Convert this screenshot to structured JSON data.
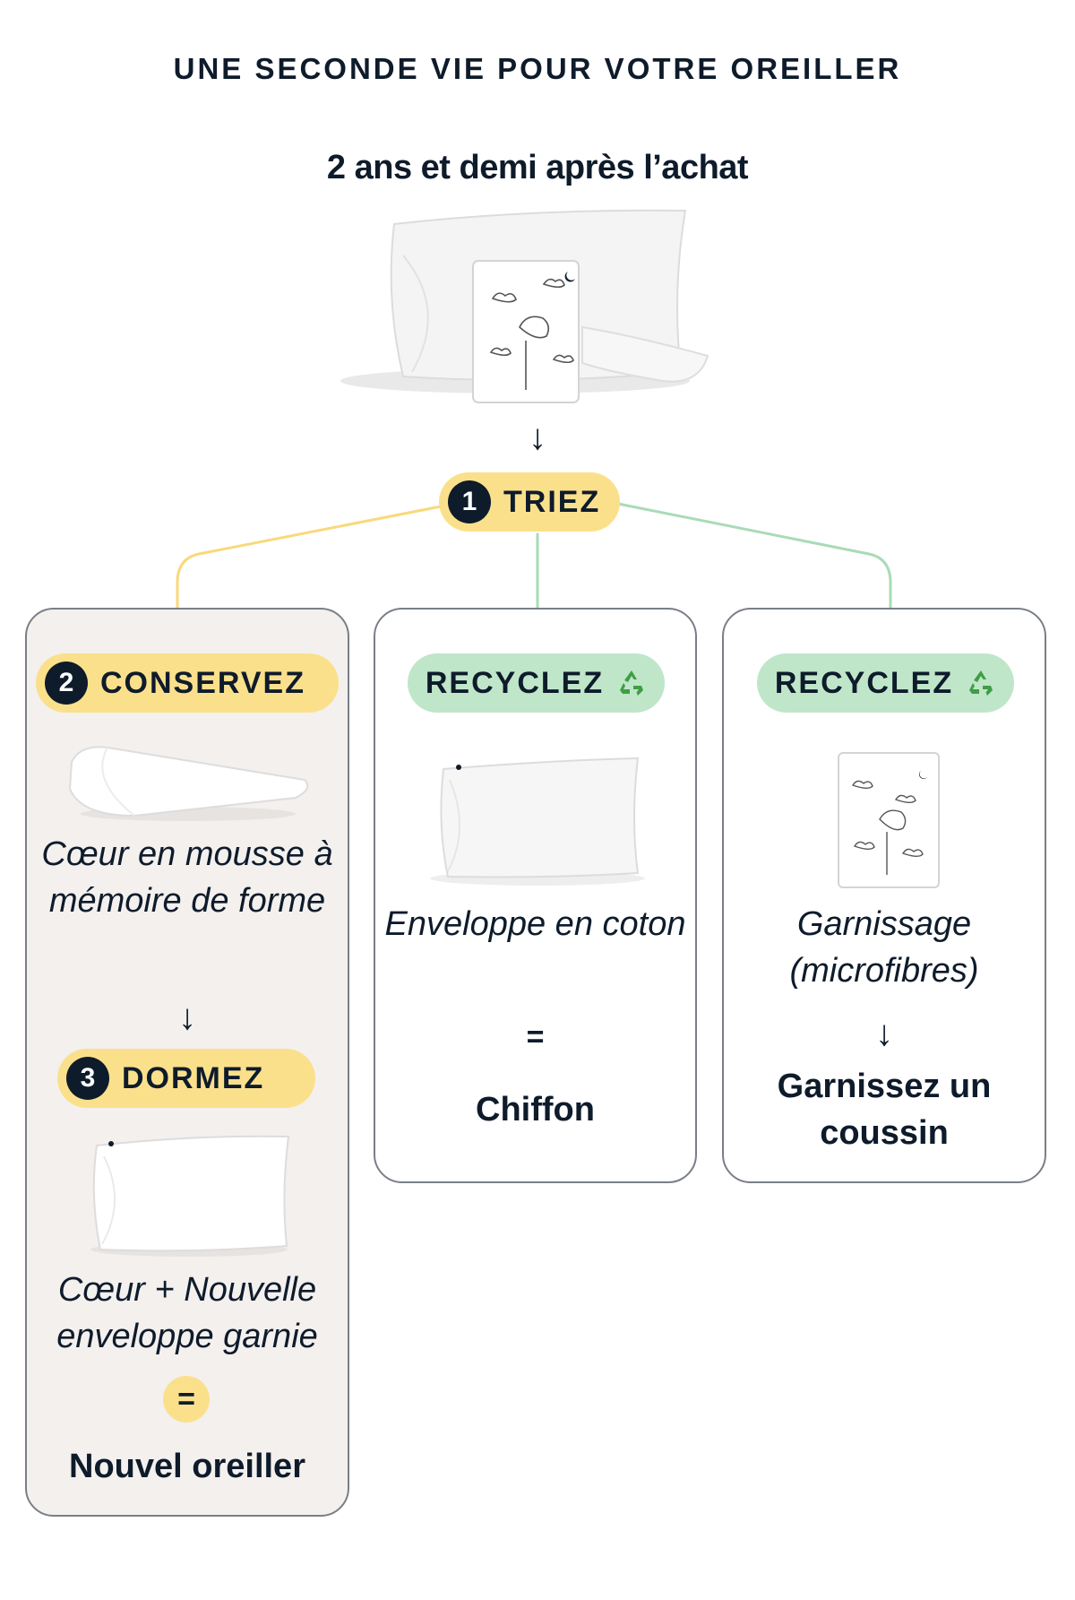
{
  "header": {
    "title": "UNE SECONDE VIE POUR VOTRE OREILLER",
    "subtitle": "2 ans et demi après l’achat"
  },
  "arrow_glyph": "↓",
  "steps": {
    "triez": {
      "number": "1",
      "label": "TRIEZ"
    },
    "conservez": {
      "number": "2",
      "label": "CONSERVEZ"
    },
    "dormez": {
      "number": "3",
      "label": "DORMEZ"
    }
  },
  "columns": {
    "left": {
      "caption": "Cœur en mousse à mémoire de forme",
      "caption2": "Cœur + Nouvelle enveloppe garnie",
      "equals": "=",
      "result": "Nouvel oreiller"
    },
    "middle": {
      "badge": "RECYCLEZ",
      "caption": "Enveloppe en coton",
      "equals": "=",
      "result": "Chiffon"
    },
    "right": {
      "badge": "RECYCLEZ",
      "caption": "Garnissage (microfibres)",
      "result": "Garnissez un coussin"
    }
  },
  "colors": {
    "navy": "#0e1b2b",
    "yellow": "#fbe08c",
    "green": "#bfe6c9",
    "left_card_bg": "#f3f0ee",
    "recycle_green": "#4caf50"
  },
  "icons": [
    "recycle-icon",
    "down-arrow-icon"
  ]
}
